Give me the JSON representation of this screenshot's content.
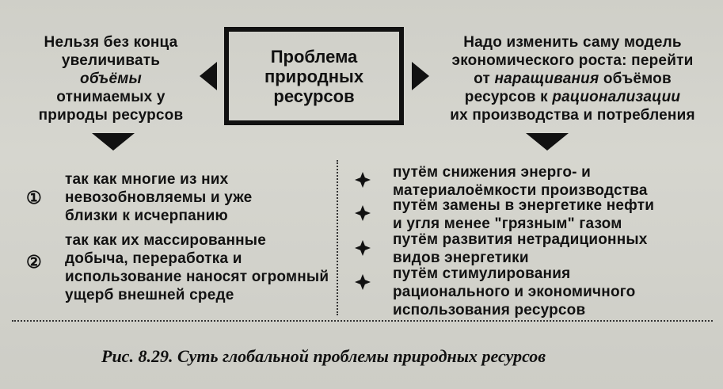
{
  "title": {
    "line1": "Проблема",
    "line2": "природных",
    "line3": "ресурсов"
  },
  "left": {
    "line1": "Нельзя без конца",
    "line2": "увеличивать",
    "line3": "объёмы",
    "line4": "отнимаемых у",
    "line5": "природы ресурсов"
  },
  "right": {
    "line1": "Надо изменить саму модель",
    "line2": "экономического роста: перейти",
    "line3_pre": "от ",
    "line3_em": "наращивания",
    "line3_post": " объёмов",
    "line4_pre": "ресурсов к ",
    "line4_em": "рационализации",
    "line5": "их производства и потребления"
  },
  "reasons": [
    {
      "marker": "①",
      "lines": [
        "так как многие из них",
        "невозобновляемы и уже",
        "близки к исчерпанию"
      ]
    },
    {
      "marker": "②",
      "lines": [
        "так как их массированные",
        "добыча, переработка и",
        "использование наносят огромный",
        "ущерб внешней среде"
      ]
    }
  ],
  "ways": [
    {
      "lines": [
        "путём снижения энерго- и",
        "материалоёмкости производства"
      ]
    },
    {
      "lines": [
        "путём замены в энергетике нефти",
        "и угля менее \"грязным\" газом"
      ]
    },
    {
      "lines": [
        "путём развития нетрадиционных",
        "видов энергетики"
      ]
    },
    {
      "lines": [
        "путём стимулирования",
        "рационального и экономичного",
        "использования ресурсов"
      ]
    }
  ],
  "caption": "Рис. 8.29. Суть глобальной проблемы природных ресурсов"
}
